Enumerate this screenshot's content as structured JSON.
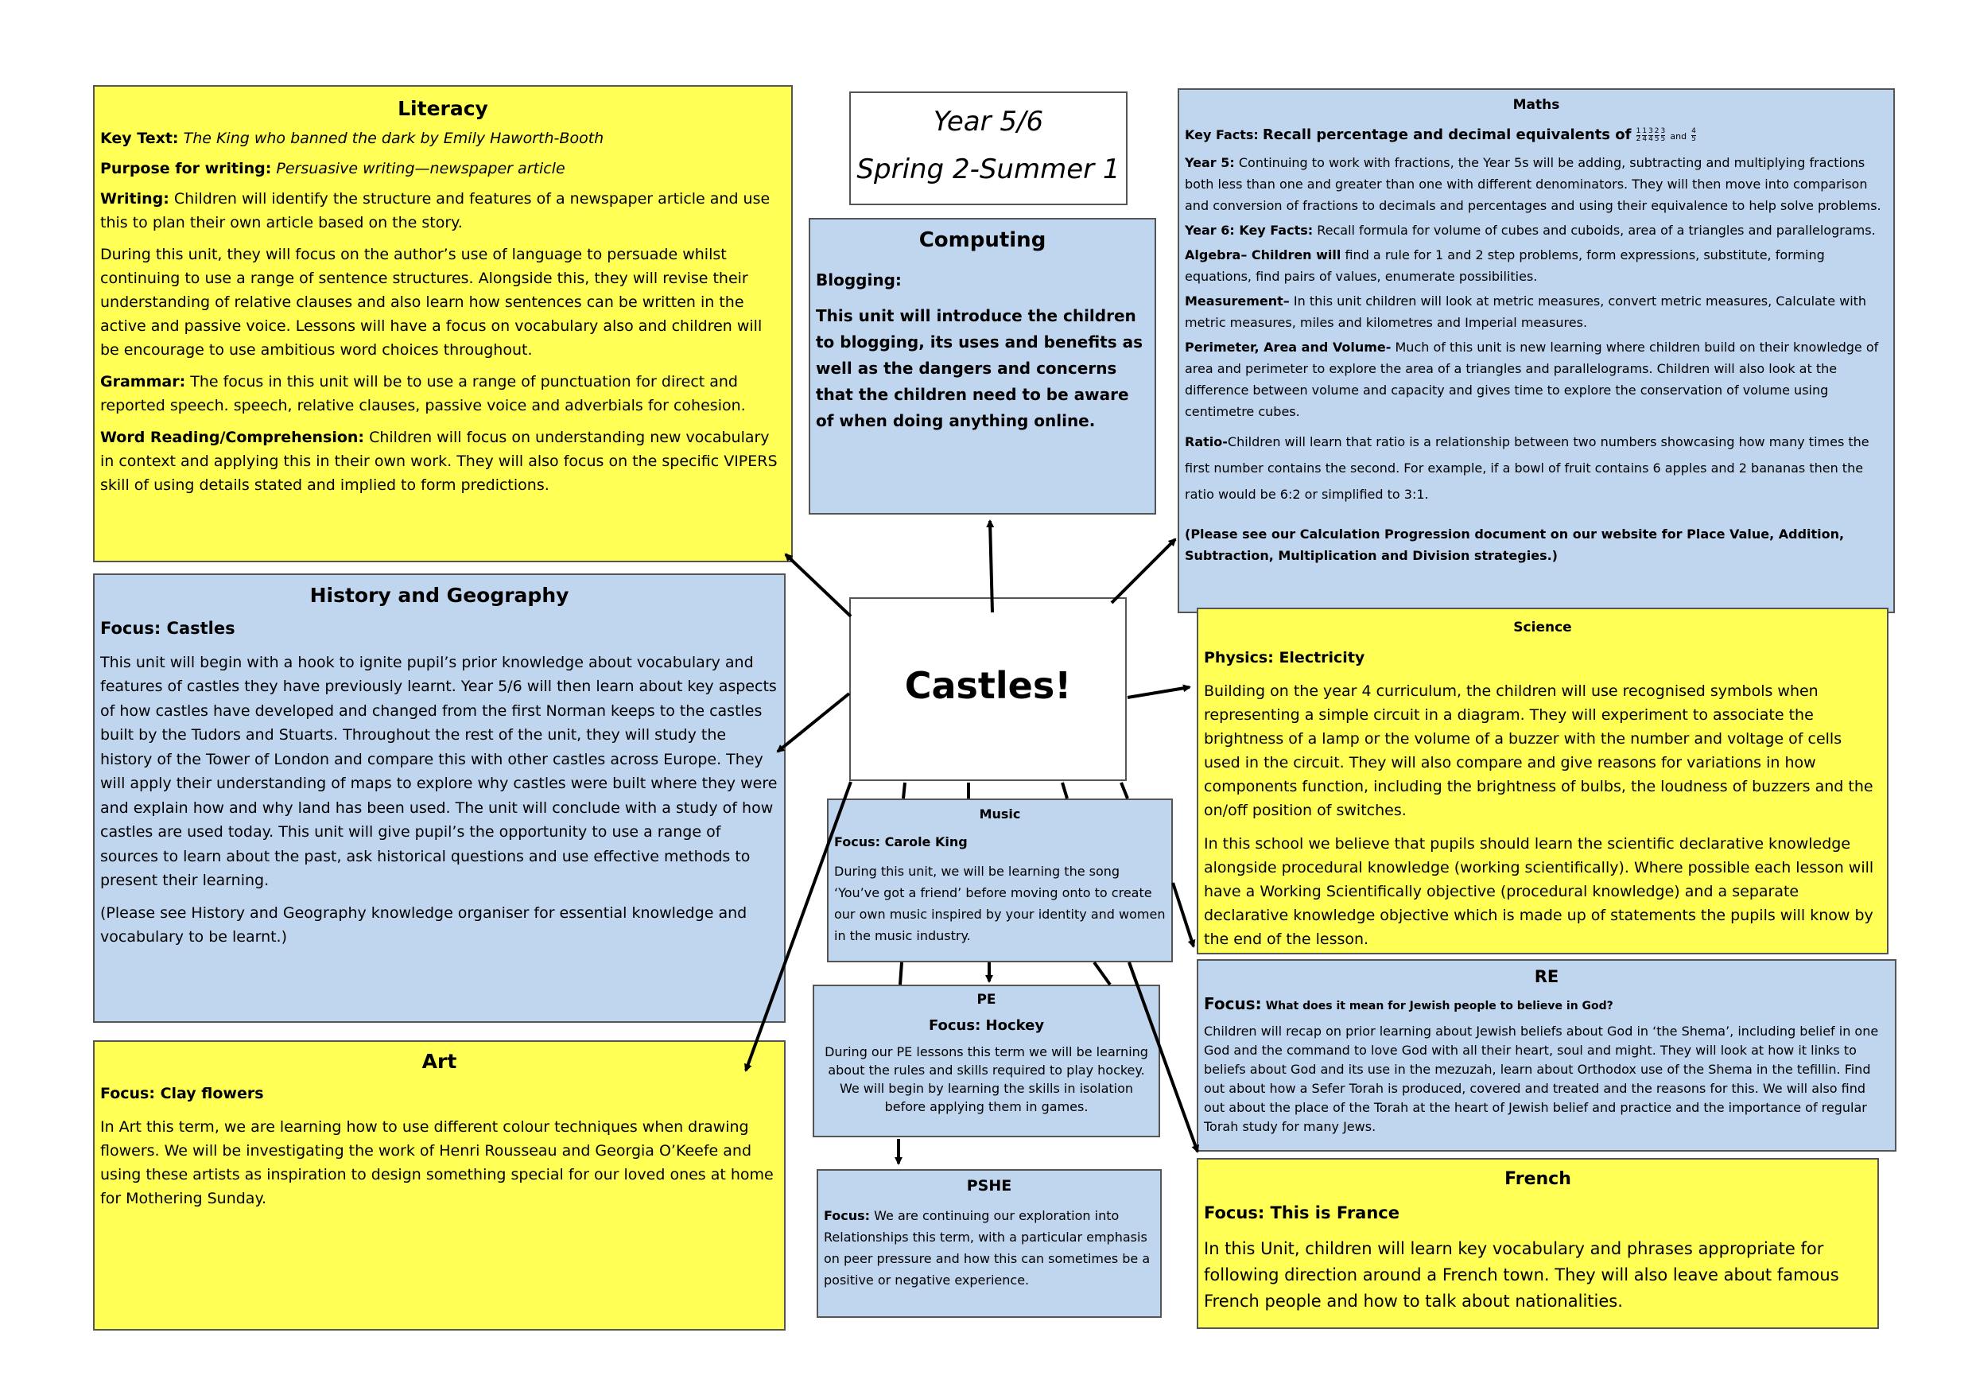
{
  "literacy": {
    "title": "Literacy",
    "key_text_label": "Key Text:",
    "key_text": "The King who banned the dark by Emily Haworth-Booth",
    "purpose_label": "Purpose for writing:",
    "purpose": "Persuasive writing—newspaper article",
    "writing_label": "Writing:",
    "writing": "Children will identify the structure and features of a newspaper article and use this to plan their own article based on the story.",
    "para2": "During this unit, they will focus on the author’s use of language to persuade whilst continuing to use a range of sentence structures. Alongside this, they will revise their understanding of relative clauses and also learn how sentences can be written in the active and passive voice. Lessons will have a focus on vocabulary also and children will be encourage to use ambitious word choices throughout.",
    "grammar_label": "Grammar:",
    "grammar": "The focus in this unit will be to use a range of punctuation for direct and reported speech. speech, relative clauses, passive voice and adverbials for cohesion.",
    "word_label": "Word Reading/Comprehension:",
    "word": "Children will focus on understanding new vocabulary in context and applying this in their own work. They will also focus on the specific VIPERS skill of using details stated and implied to form predictions."
  },
  "header": {
    "line1": "Year 5/6",
    "line2": "Spring 2-Summer 1"
  },
  "computing": {
    "title": "Computing",
    "subtitle": "Blogging:",
    "body": "This unit will introduce the children to blogging, its uses and benefits as well as the dangers and concerns that the children need to be aware of when doing anything online."
  },
  "maths": {
    "title": "Maths",
    "keyfacts_label": "Key Facts:",
    "keyfacts": "Recall percentage and decimal equivalents of",
    "fractions": [
      {
        "n": "1",
        "d": "2"
      },
      {
        "n": "1",
        "d": "4"
      },
      {
        "n": "3",
        "d": "4"
      },
      {
        "n": "2",
        "d": "5"
      },
      {
        "n": "3",
        "d": "5"
      }
    ],
    "and_word": "and",
    "last_fraction": {
      "n": "4",
      "d": "5"
    },
    "y5_label": "Year 5:",
    "y5": "Continuing to work with fractions, the Year 5s will be adding, subtracting and multiplying fractions both less than one and greater than one with different denominators.  They will then move into comparison and conversion of fractions to decimals and percentages and using their equivalence to help solve problems.",
    "y6_label": "Year 6: Key Facts:",
    "y6": "Recall formula for volume of cubes and cuboids, area of a triangles and parallelograms.",
    "algebra_label": "Algebra– Children will",
    "algebra": "find a rule for 1 and 2 step problems, form expressions, substitute, forming equations, find pairs of values, enumerate possibilities.",
    "measure_label": "Measurement–",
    "measure": "In this unit children will look at metric measures, convert metric measures, Calculate with metric measures, miles and kilometres and Imperial measures.",
    "perim_label": "Perimeter, Area and Volume-",
    "perim": "Much of this unit is new learning where children build on their knowledge of area and perimeter to explore the area of a triangles and parallelograms. Children will also look at the difference between volume and capacity and gives time to explore the conservation of volume using centimetre cubes.",
    "ratio_label": "Ratio-",
    "ratio": "Children will learn that ratio is a relationship between two numbers showcasing how many times the first number contains the second. For example, if a bowl of fruit contains 6 apples and 2 bananas then the ratio would be 6:2 or simplified to 3:1.",
    "note": "(Please see our Calculation Progression document on our website for Place Value, Addition, Subtraction, Multiplication and Division strategies.)"
  },
  "history": {
    "title": "History and Geography",
    "focus": "Focus: Castles",
    "body": "This unit will begin with a hook to ignite pupil’s prior knowledge about vocabulary and features of castles they have previously learnt. Year 5/6 will then learn about key aspects of how castles have developed and changed from the first Norman keeps to the castles built by the Tudors and Stuarts. Throughout the rest of the unit, they will study the history of the Tower of London and compare this with other castles across Europe. They will apply their understanding of maps to explore why castles were built where they were and explain how and why land has been used. The unit will conclude with a study of how castles are used today. This unit will give pupil’s the opportunity to use a range of sources to learn about the past, ask historical questions and use effective methods to present their learning.",
    "note": "(Please see History and Geography knowledge organiser for essential knowledge and vocabulary to be learnt.)"
  },
  "center": {
    "title": "Castles!"
  },
  "science": {
    "title": "Science",
    "focus": "Physics: Electricity",
    "body1": "Building on the year 4 curriculum, the children will use recognised symbols when representing a simple circuit in a diagram.  They will experiment to associate the brightness of a lamp or the volume of a buzzer with the number and voltage of cells used in the circuit.  They will also compare and give reasons for variations in how components function, including the brightness of bulbs, the loudness of buzzers and the on/off position of switches.",
    "body2": "In this school we believe that pupils should learn the scientific declarative knowledge alongside procedural knowledge (working scientifically). Where possible each lesson will have a Working Scientifically objective (procedural knowledge) and a separate declarative knowledge objective which is made up of statements the pupils will know by the end of the lesson."
  },
  "music": {
    "title": "Music",
    "focus": "Focus:  Carole King",
    "body": "During this unit, we will be learning the song ‘You’ve got a friend’ before moving onto to create our own music inspired by your identity and women in the music industry."
  },
  "pe": {
    "title": "PE",
    "focus": "Focus: Hockey",
    "body": "During our PE lessons this term we will be    learning about the rules and skills required to play hockey. We will begin by learning the skills in isolation before applying them in games."
  },
  "re": {
    "title": "RE",
    "focus_label": "Focus:",
    "focus": "What does it mean for Jewish people to believe in God?",
    "body": "Children will recap on prior learning about Jewish beliefs about God in ‘the Shema’, including belief in one God and the command to love God with all their heart, soul and might. They will look at how it links to beliefs about God and its use in the mezuzah, learn about Orthodox use of the Shema in the tefillin. Find out about how a Sefer Torah is produced, covered and treated and the reasons for this. We will also find out about the place of the Torah at the heart of Jewish belief and practice and the importance of regular Torah study for many Jews."
  },
  "art": {
    "title": "Art",
    "focus": "Focus: Clay flowers",
    "body": "In Art this term, we are learning how to use different colour techniques when drawing  flowers. We will be investigating the work of Henri Rousseau and Georgia O’Keefe and using these artists as inspiration to design something special for our loved ones at home for Mothering Sunday."
  },
  "pshe": {
    "title": "PSHE",
    "focus_label": "Focus:",
    "body": "We are continuing our exploration into Relationships this term, with a particular emphasis on peer pressure and how this can sometimes be a positive or negative experience."
  },
  "french": {
    "title": "French",
    "focus": "Focus: This is France",
    "body": "In this Unit, children will learn key vocabulary and phrases appropriate for         following direction around a French town. They will also leave about famous French people and how to talk about nationalities."
  }
}
